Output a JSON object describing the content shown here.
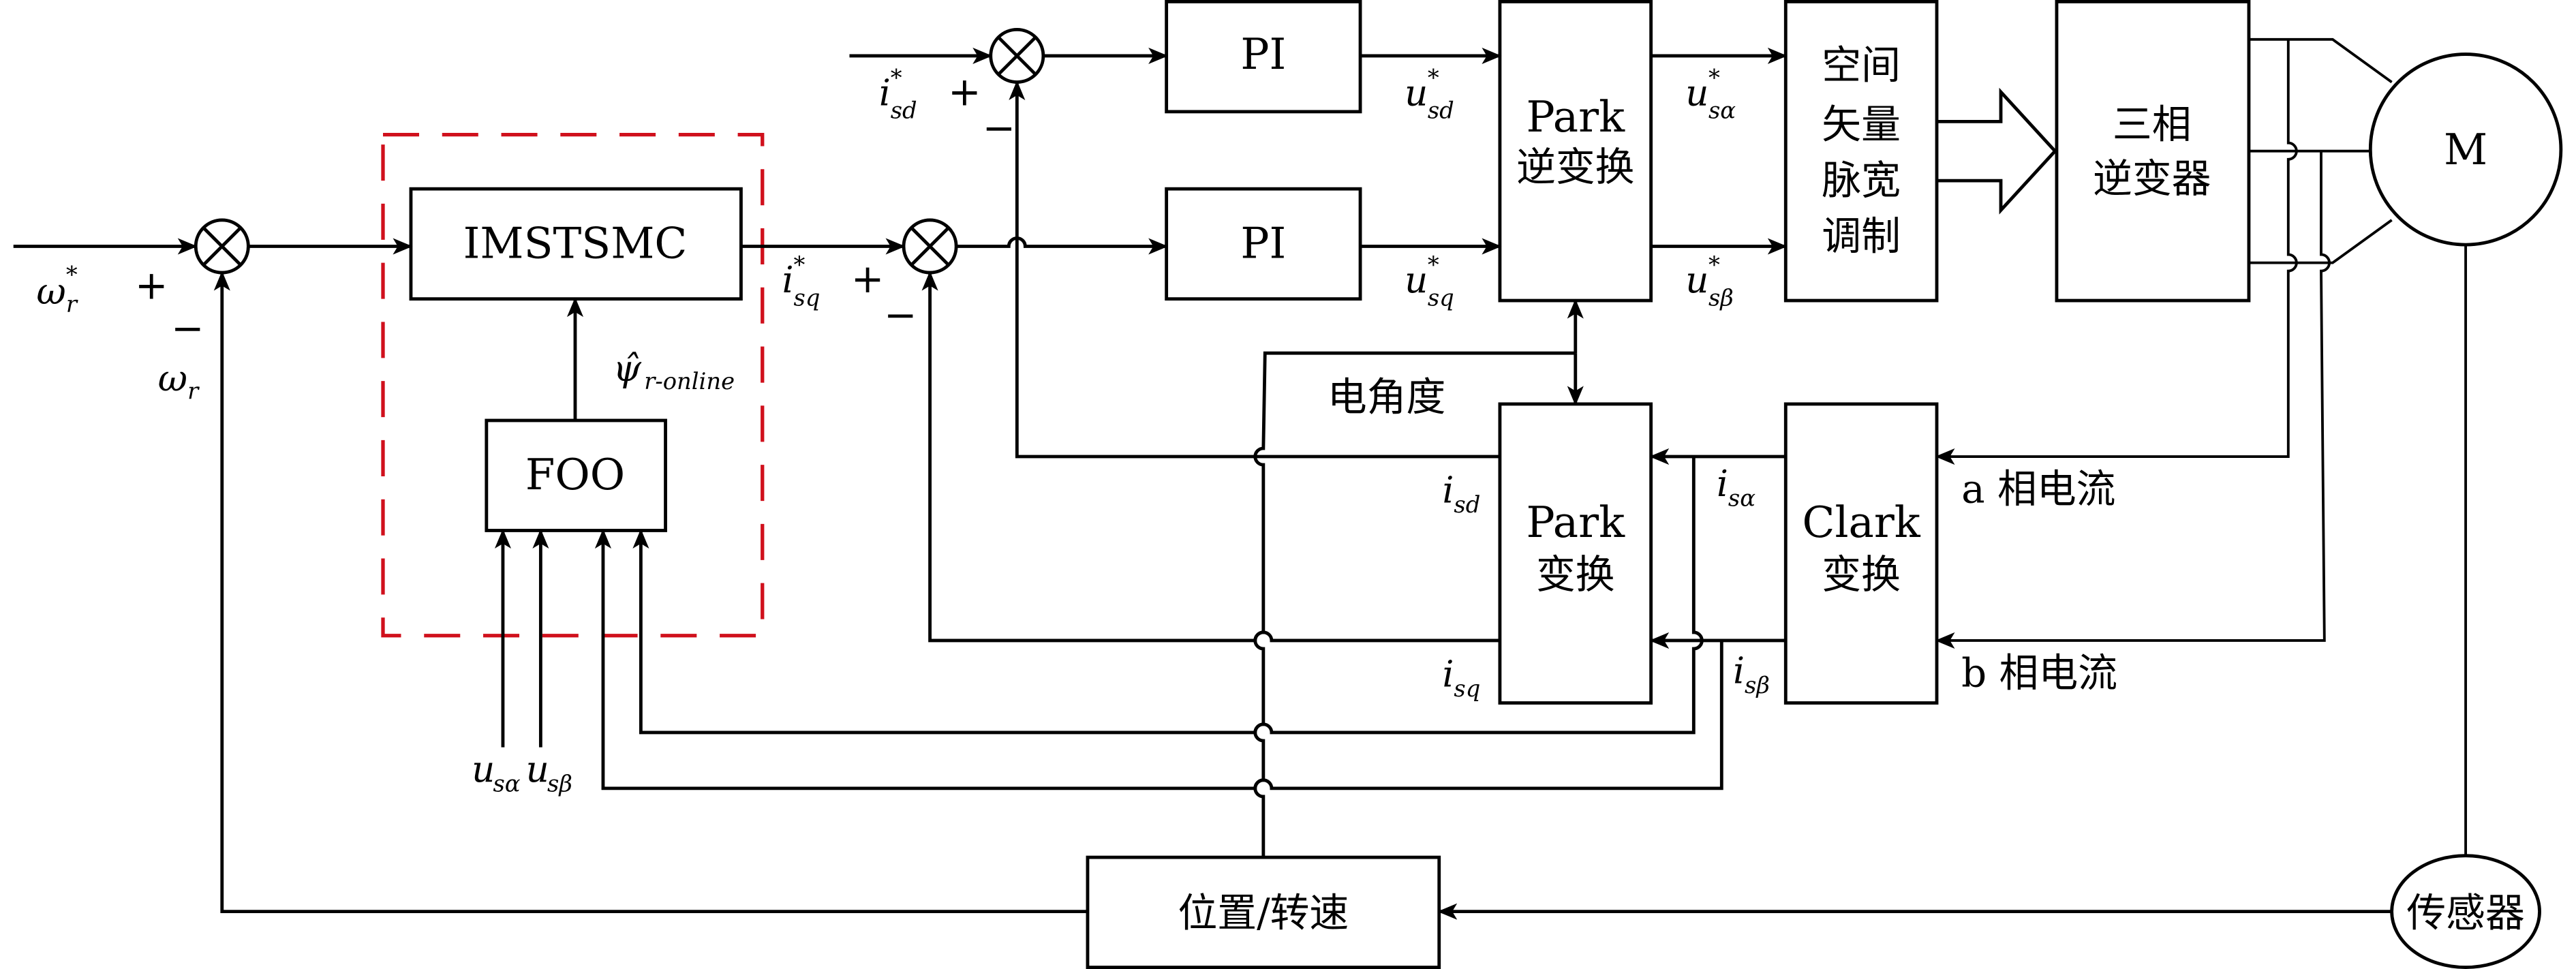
{
  "colors": {
    "line": "#000000",
    "dashed_box": "#d0101c",
    "background": "#ffffff"
  },
  "blocks": {
    "imstsmc": "IMSTSMC",
    "foo": "FOO",
    "pi_d": "PI",
    "pi_q": "PI",
    "inv_park_l1": "Park",
    "inv_park_l2": "逆变换",
    "svpwm_l1": "空间",
    "svpwm_l2": "矢量",
    "svpwm_l3": "脉宽",
    "svpwm_l4": "调制",
    "inverter_l1": "三相",
    "inverter_l2": "逆变器",
    "motor": "M",
    "park_l1": "Park",
    "park_l2": "变换",
    "clark_l1": "Clark",
    "clark_l2": "变换",
    "pos_speed": "位置/转速",
    "sensor": "传感器"
  },
  "labels": {
    "omega_ref": "ω",
    "omega_ref_sup": "*",
    "omega_ref_sub": "r",
    "omega": "ω",
    "omega_sub": "r",
    "isq_ref": "i",
    "isq_ref_sup": "*",
    "isq_ref_sub": "sq",
    "isd_ref": "i",
    "isd_ref_sup": "*",
    "isd_ref_sub": "sd",
    "psi": "ψ̂",
    "psi_sub": "r-online",
    "usd_ref": "u",
    "usd_ref_sup": "*",
    "usd_ref_sub": "sd",
    "usq_ref": "u",
    "usq_ref_sup": "*",
    "usq_ref_sub": "sq",
    "usa_ref": "u",
    "usa_ref_sup": "*",
    "usa_ref_sub": "sα",
    "usb_ref": "u",
    "usb_ref_sup": "*",
    "usb_ref_sub": "sβ",
    "elec_angle": "电角度",
    "isd": "i",
    "isd_sub": "sd",
    "isq": "i",
    "isq_sub": "sq",
    "isa": "i",
    "isa_sub": "sα",
    "isb": "i",
    "isb_sub": "sβ",
    "phase_a": "a 相电流",
    "phase_b": "b 相电流",
    "usa": "u",
    "usa_sub": "sα",
    "usb": "u",
    "usb_sub": "sβ",
    "plus": "+",
    "minus": "−"
  }
}
